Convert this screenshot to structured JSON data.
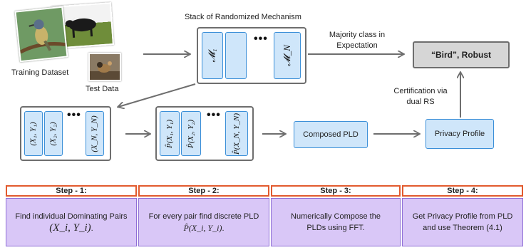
{
  "labels": {
    "training_dataset": "Training Dataset",
    "test_data": "Test Data",
    "stack_title": "Stack of Randomized Mechanism",
    "majority_line1": "Majority class in",
    "majority_line2": "Expectation",
    "result": "“Bird”, Robust",
    "cert_line1": "Certification via",
    "cert_line2": "dual RS",
    "composed_pld": "Composed PLD",
    "privacy_profile": "Privacy Profile"
  },
  "mechanisms": [
    "𝓜₁",
    "𝓜_N"
  ],
  "pairs": [
    "(X₁, Y₁)",
    "(X₂, Y₂)",
    "(X_N, Y_N)"
  ],
  "plds": [
    "P̂(X₁, Y₁)",
    "P̂(X₂, Y₂)",
    "P̂(X_N, Y_N)"
  ],
  "ellipsis": "•••",
  "steps": [
    {
      "title": "Step - 1:",
      "body_text": "Find individual Dominating Pairs",
      "math": "(X_i, Y_i)",
      "suffix": "."
    },
    {
      "title": "Step - 2:",
      "body_text": "For every pair find discrete PLD",
      "math": "P̂(X_i, Y_i)",
      "suffix": "."
    },
    {
      "title": "Step - 3:",
      "body_text": "Numerically Compose the PLDs using FFT.",
      "math": "",
      "suffix": ""
    },
    {
      "title": "Step - 4:",
      "body_text": "Get Privacy Profile from PLD and use Theorem (4.1)",
      "math": "",
      "suffix": ""
    }
  ],
  "colors": {
    "cell_fill": "#cfe6fa",
    "cell_border": "#3b8fd8",
    "frame_border": "#6e6e6e",
    "result_fill": "#d6d6d6",
    "step_header_border": "#e25a2e",
    "step_body_fill": "#d9c7f7"
  },
  "icons": [
    "bird-photo",
    "ox-photo",
    "small-bird-photo",
    "arrow"
  ]
}
